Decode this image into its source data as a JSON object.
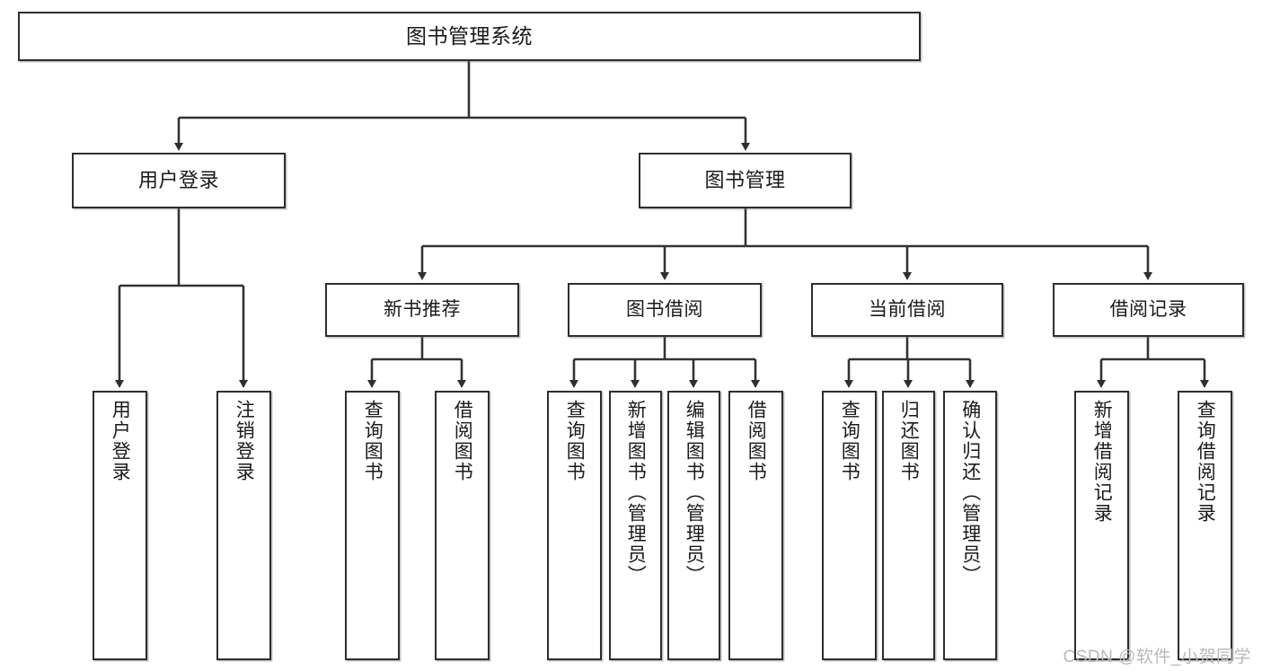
{
  "diagram": {
    "title": "图书管理系统",
    "type": "tree",
    "watermark": "CSDN @软件_小贺同学",
    "colors": {
      "box_border": "#2e2e2e",
      "box_fill": "#ffffff",
      "line": "#333333",
      "text": "#1a1a1a",
      "watermark": "#b9b9b9"
    },
    "root": {
      "label": "图书管理系统"
    },
    "level1": [
      {
        "label": "用户登录"
      },
      {
        "label": "图书管理"
      }
    ],
    "level2": [
      {
        "label": "新书推荐"
      },
      {
        "label": "图书借阅"
      },
      {
        "label": "当前借阅"
      },
      {
        "label": "借阅记录"
      }
    ],
    "leaves": {
      "user_login": [
        {
          "label": "用户登录"
        },
        {
          "label": "注销登录"
        }
      ],
      "new_book_recommend": [
        {
          "label": "查询图书"
        },
        {
          "label": "借阅图书"
        }
      ],
      "book_borrow": [
        {
          "label": "查询图书"
        },
        {
          "label": "新增图书（管理员）"
        },
        {
          "label": "编辑图书（管理员）"
        },
        {
          "label": "借阅图书"
        }
      ],
      "current_borrow": [
        {
          "label": "查询图书"
        },
        {
          "label": "归还图书"
        },
        {
          "label": "确认归还（管理员）"
        }
      ],
      "borrow_record": [
        {
          "label": "新增借阅记录"
        },
        {
          "label": "查询借阅记录"
        }
      ]
    }
  }
}
